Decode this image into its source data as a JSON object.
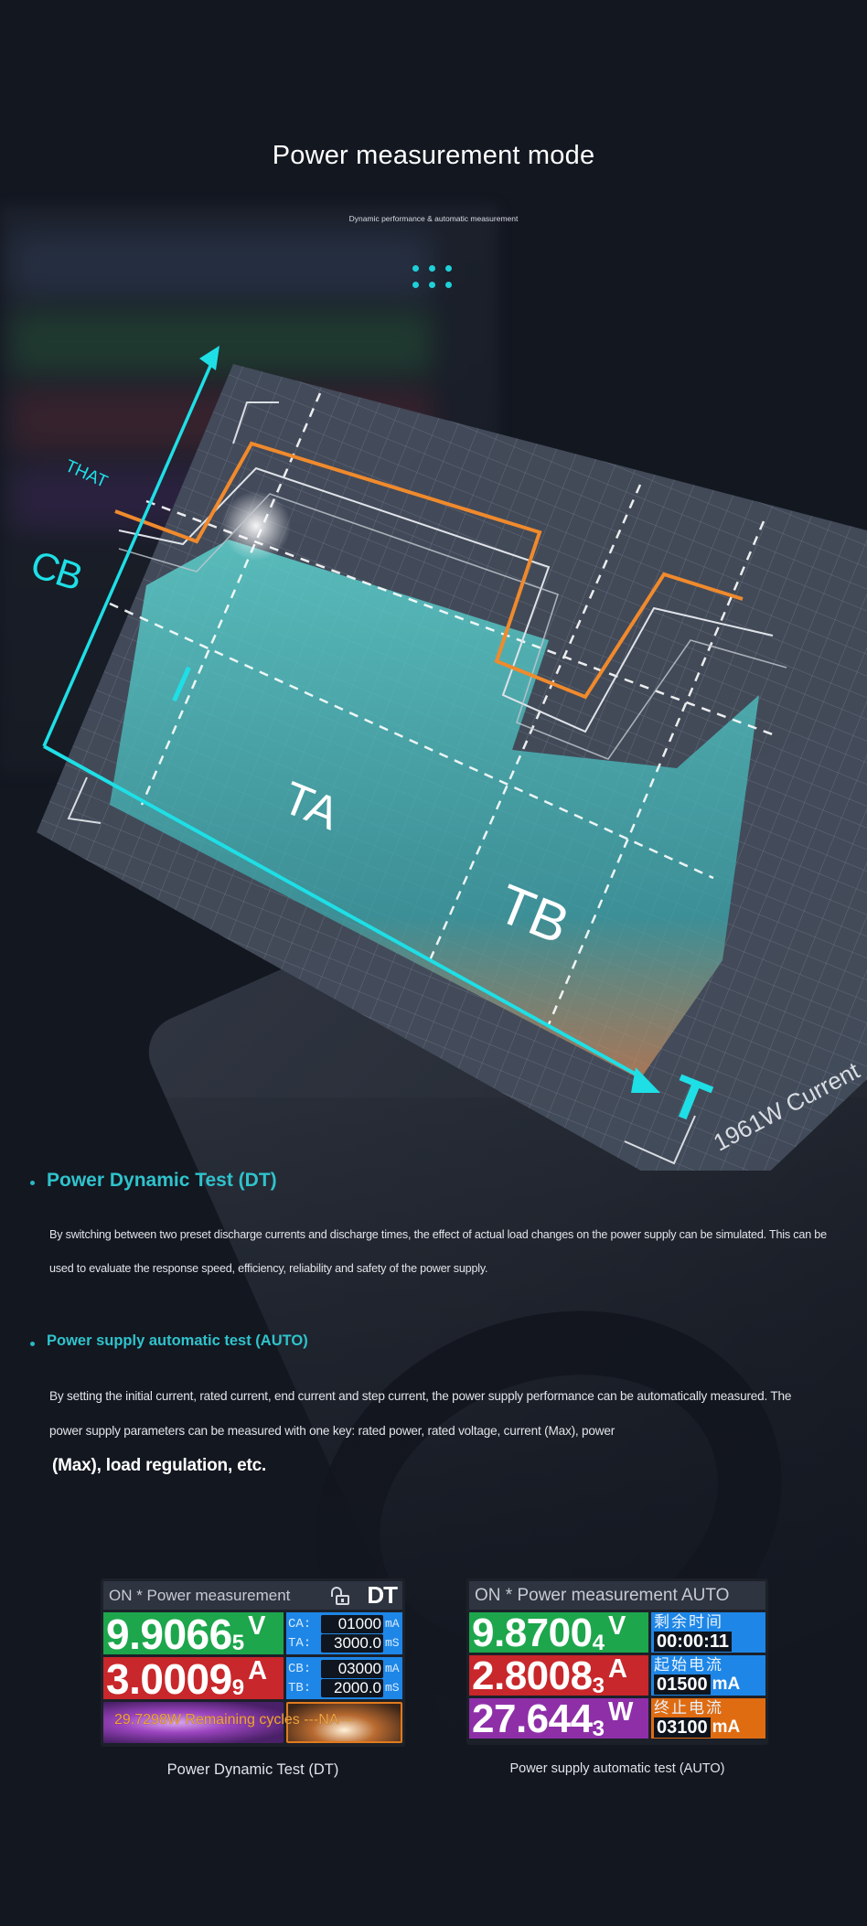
{
  "header": {
    "title": "Power measurement mode",
    "subtitle": "Dynamic performance & automatic measurement",
    "dots_icon": "dot-grid-icon",
    "accent_color": "#1fd0d8"
  },
  "illustration": {
    "axis_labels": {
      "y_axis": "I",
      "x_axis": "T",
      "level_upper": "THAT",
      "level_lower": "CB"
    },
    "region_labels": [
      "TA",
      "TB"
    ],
    "device_text": "1961W Current",
    "colors": {
      "axis": "#1fdfe6",
      "waveform": "#f08a2c",
      "fill": "#3fbfbf",
      "grid_panel": "#4a5262"
    }
  },
  "features": [
    {
      "heading": "Power Dynamic Test (DT)",
      "body": "By switching between two preset discharge currents and discharge times, the effect of actual load changes on the power supply can be simulated. This can be used to evaluate the response speed, efficiency, reliability and safety of the power supply."
    },
    {
      "heading": "Power supply automatic test (AUTO)",
      "body": "By setting the initial current, rated current, end current and step current, the power supply performance can be automatically measured. The power supply parameters can be measured with one key: rated power, rated voltage, current (Max), power",
      "body_tail": "(Max), load regulation, etc."
    }
  ],
  "screens": {
    "dt": {
      "status": "ON * Power measurement",
      "lock_icon": "unlock-icon",
      "mode": "DT",
      "voltage": {
        "main": "9.9066",
        "small": "5",
        "unit": "V"
      },
      "current": {
        "main": "3.0009",
        "small": "9",
        "unit": "A"
      },
      "params": [
        {
          "key": "CA:",
          "value": "01000",
          "unit": "mA"
        },
        {
          "key": "TA:",
          "value": "3000.0",
          "unit": "mS"
        },
        {
          "key": "CB:",
          "value": "03000",
          "unit": "mA"
        },
        {
          "key": "TB:",
          "value": "2000.0",
          "unit": "mS"
        }
      ],
      "footer": "29.7298W Remaining cycles ---NA---",
      "caption": "Power Dynamic Test (DT)"
    },
    "auto": {
      "status": "ON * Power measurement AUTO",
      "voltage": {
        "main": "9.8700",
        "small": "4",
        "unit": "V"
      },
      "current": {
        "main": "2.8008",
        "small": "3",
        "unit": "A"
      },
      "power": {
        "main": "27.644",
        "small": "3",
        "unit": "W"
      },
      "remaining_time": {
        "label": "剩余时间",
        "value": "00:00:11"
      },
      "start_current": {
        "label": "起始电流",
        "value": "01500",
        "unit": "mA"
      },
      "end_current": {
        "label": "终止电流",
        "value": "03100",
        "unit": "mA"
      },
      "caption": "Power supply automatic test (AUTO)"
    }
  }
}
